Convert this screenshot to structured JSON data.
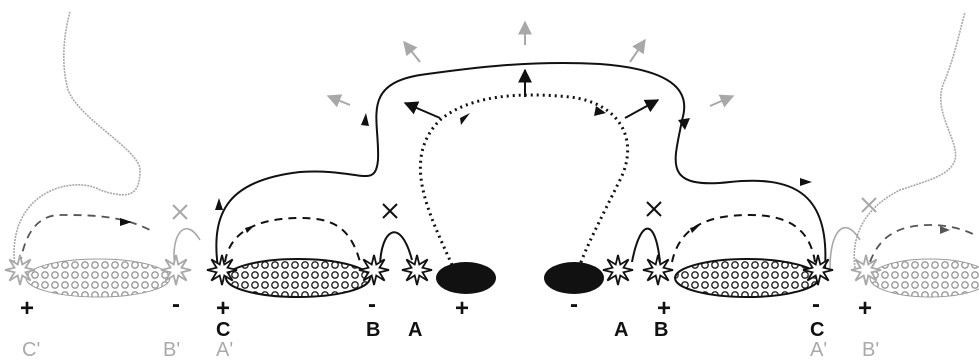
{
  "labels": {
    "plus": "+",
    "minus": "-",
    "A": "A",
    "B": "B",
    "C": "C",
    "C_prime": "C'",
    "B_prime": "B'",
    "A_prime": "A'",
    "X": "X"
  },
  "colors": {
    "line": "#111111",
    "faint": "#9a9a9a",
    "background": "#ffffff"
  },
  "icons": {
    "reconnection_star": "star-burst-icon",
    "null_point": "x-mark-icon",
    "flux_rope": "hatched-ellipse-icon",
    "sunspot": "black-ellipse-icon"
  }
}
